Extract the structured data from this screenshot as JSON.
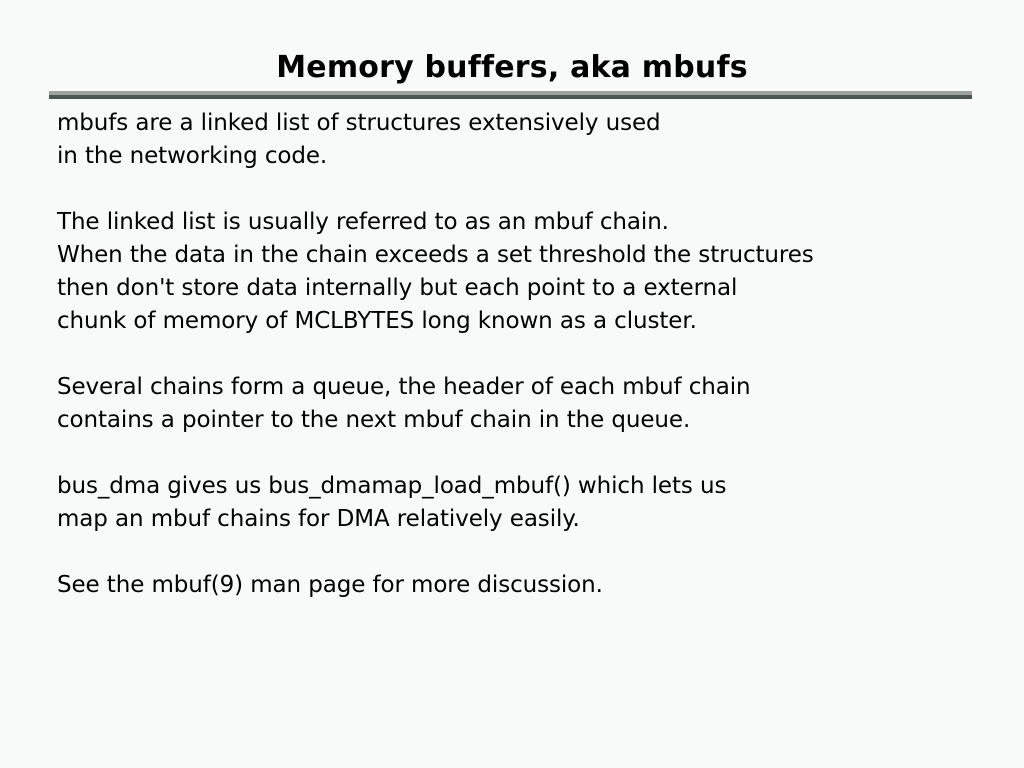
{
  "slide": {
    "title": "Memory buffers, aka mbufs",
    "background_color": "#f7faf8",
    "text_color": "#000000",
    "rule": {
      "light_color": "#9aa39e",
      "dark_color": "#4d544f"
    },
    "paragraphs": [
      {
        "id": "intro",
        "lines": [
          "mbufs are a linked list of structures extensively used",
          "in the networking code."
        ]
      },
      {
        "id": "mbuf-chain",
        "lines": [
          "The linked list is usually referred to as an mbuf chain.",
          "When the data in the chain exceeds a set threshold the structures",
          "then don't store data internally but each point to a external",
          "chunk of memory of MCLBYTES long known as a cluster."
        ]
      },
      {
        "id": "queue",
        "lines": [
          "Several chains form a queue, the header of each mbuf chain",
          "contains a pointer to the next mbuf chain in the queue."
        ]
      },
      {
        "id": "bus-dma",
        "lines": [
          "bus_dma gives us bus_dmamap_load_mbuf() which lets us",
          "map an mbuf chains for DMA relatively easily."
        ]
      },
      {
        "id": "reference",
        "lines": [
          "See the mbuf(9) man page for more discussion."
        ]
      }
    ]
  }
}
